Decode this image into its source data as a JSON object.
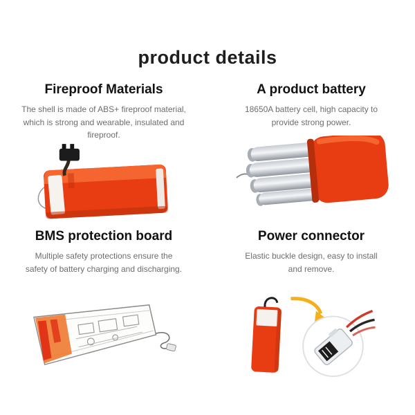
{
  "page": {
    "title": "product details"
  },
  "sections": [
    {
      "id": "fireproof-materials",
      "heading": "Fireproof Materials",
      "body": "The shell is made of ABS+ fireproof material, which is strong and wearable, insulated and fireproof.",
      "image": "orange battery pack with black two-pin connector"
    },
    {
      "id": "product-battery",
      "heading": "A product battery",
      "body": "18650A battery cell, high capacity to provide strong power.",
      "image": "red casing cutaway exposing silver 18650 battery cells"
    },
    {
      "id": "bms-protection-board",
      "heading": "BMS protection board",
      "body": "Multiple safety protections ensure the safety of battery charging and discharging.",
      "image": "line-art circuit board with orange battery section and output wire"
    },
    {
      "id": "power-connector",
      "heading": "Power connector",
      "body": "Elastic buckle design, easy to install and remove.",
      "image": "orange pack, yellow arrow and magnified white buckle connector with red and black wires"
    }
  ],
  "colors": {
    "accent_orange": "#e83d12",
    "accent_orange_light": "#f4652f",
    "arrow_yellow": "#f3b01c",
    "heading_text": "#121212",
    "body_text": "#6d6d6d",
    "background": "#ffffff"
  }
}
